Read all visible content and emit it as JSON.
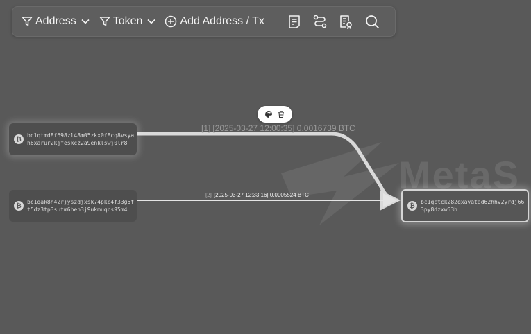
{
  "toolbar": {
    "address_label": "Address",
    "token_label": "Token",
    "add_label": "Add Address / Tx"
  },
  "watermark": {
    "text": "MetaS"
  },
  "nodes": [
    {
      "address": "bc1qtmd8f698zl48m05zkx0f8cq8vsyah6xarur2kjfeskcz2a9enklswj0lr8"
    },
    {
      "address": "bc1qak8h42rjyszdjxsk74pkc4f33g5ft5dz3tp3sutm6heh3j9ukmuqcs95m4"
    },
    {
      "address": "bc1qctck282qxavatad62hhv2yrdj663py8dzxw53h"
    }
  ],
  "edges": [
    {
      "index": "[1]",
      "text": "[2025-03-27 12:00:35] 0.0016739 BTC"
    },
    {
      "index": "[2]",
      "text": "[2025-03-27 12:33:16] 0.0005524 BTC"
    }
  ],
  "colors": {
    "canvas": "#595959",
    "node": "#4e4e4e",
    "edge": "#d9d9d9"
  }
}
